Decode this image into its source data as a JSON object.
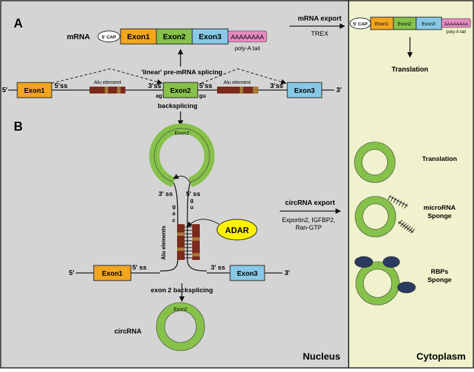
{
  "panels": {
    "a_label": "A",
    "b_label": "B",
    "nucleus": "Nucleus",
    "cytoplasm": "Cytoplasm"
  },
  "mrna": {
    "label": "mRNA",
    "cap": "5' CAP",
    "exon1": "Exon1",
    "exon2": "Exon2",
    "exon3": "Exon3",
    "polya_seq": "AAAAAAAA",
    "polya_tail": "poly-A tail"
  },
  "premrna": {
    "five_prime": "5'",
    "three_prime": "3'",
    "exon1": "Exon1",
    "exon2": "Exon2",
    "exon3": "Exon3",
    "ss5_left": "5'ss",
    "ss3_mid": "3'ss",
    "ss5_mid": "5'ss",
    "ss3_right": "3'ss",
    "ag": "ag",
    "gu": "gu",
    "alu1": "Alu element",
    "alu2": "Alu element",
    "linear_splicing": "'linear' pre-mRNA splicing",
    "backsplicing": "backsplicing"
  },
  "panel_b": {
    "loop_exon2": "Exon2",
    "ss3": "3' ss",
    "ss5": "5' ss",
    "g1": "g",
    "a1": "a",
    "c1": "c",
    "g2": "g",
    "u2": "u",
    "alu_elements": "Alu elements",
    "adar": "ADAR",
    "five_prime": "5'",
    "three_prime": "3'",
    "exon1": "Exon1",
    "exon3": "Exon3",
    "ss5_bottom": "5' ss",
    "ss3_bottom": "3' ss",
    "exon2_backsplicing": "exon 2 backsplicing",
    "circ_exon2": "Exon2",
    "circrna": "circRNA"
  },
  "export": {
    "mrna_export": "mRNA export",
    "trex": "TREX",
    "circrna_export": "circRNA export",
    "factors_line1": "Exportin2, IGFBP2,",
    "factors_line2": "Ran-GTP"
  },
  "cytoplasm": {
    "cap": "5' CAP",
    "exon1": "Exon1",
    "exon2": "Exon2",
    "exon3": "Exon3",
    "polya_seq": "AAAAAAAA",
    "polya_tail": "poly-A tail",
    "translation_top": "Translation",
    "translation_circ": "Translation",
    "microrna_line1": "microRNA",
    "microrna_line2": "Sponge",
    "rbps_line1": "RBPs",
    "rbps_line2": "Sponge"
  },
  "colors": {
    "nucleus_bg": "#d4d4d4",
    "cytoplasm_bg": "#eff2cd",
    "exon1": "#f3a51f",
    "exon2": "#86c14a",
    "exon3": "#87c9e6",
    "polya": "#e58bc0",
    "alu": "#7b2a1c",
    "alu_band": "#a5783a",
    "adar": "#fff200",
    "rbp": "#2c3a62"
  }
}
